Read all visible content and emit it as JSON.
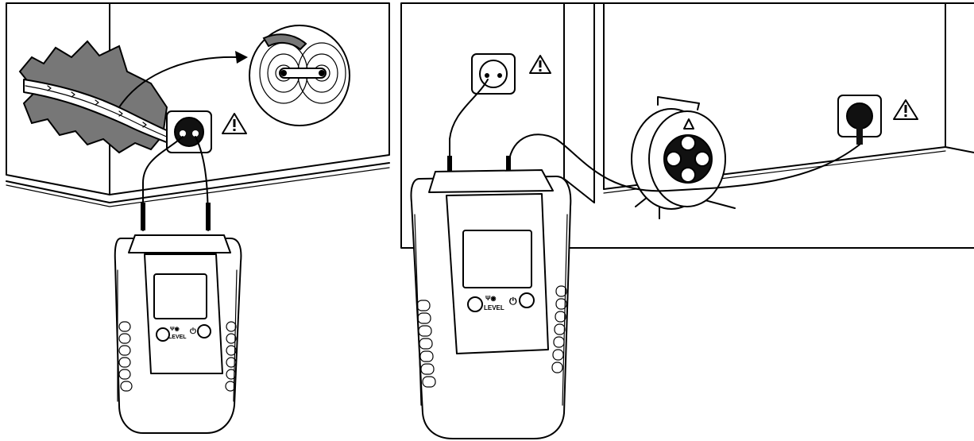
{
  "panels": [
    {
      "id": "left",
      "description_icons": [
        "wall-outlet-icon",
        "warning-icon",
        "magnetic-field-icon",
        "hidden-cable-icon"
      ],
      "device": {
        "level_label": "LEVEL",
        "level_button_icon": "antenna-icon",
        "power_button_icon": "power-icon"
      }
    },
    {
      "id": "right",
      "description_icons": [
        "wall-outlet-icon",
        "warning-icon",
        "cable-reel-icon",
        "plug-icon"
      ],
      "device": {
        "level_label": "LEVEL",
        "level_button_icon": "antenna-icon",
        "power_button_icon": "power-icon"
      }
    }
  ],
  "colors": {
    "ink": "#000000",
    "paper": "#ffffff",
    "cable_gray": "#777777",
    "socket_black": "#111111"
  }
}
